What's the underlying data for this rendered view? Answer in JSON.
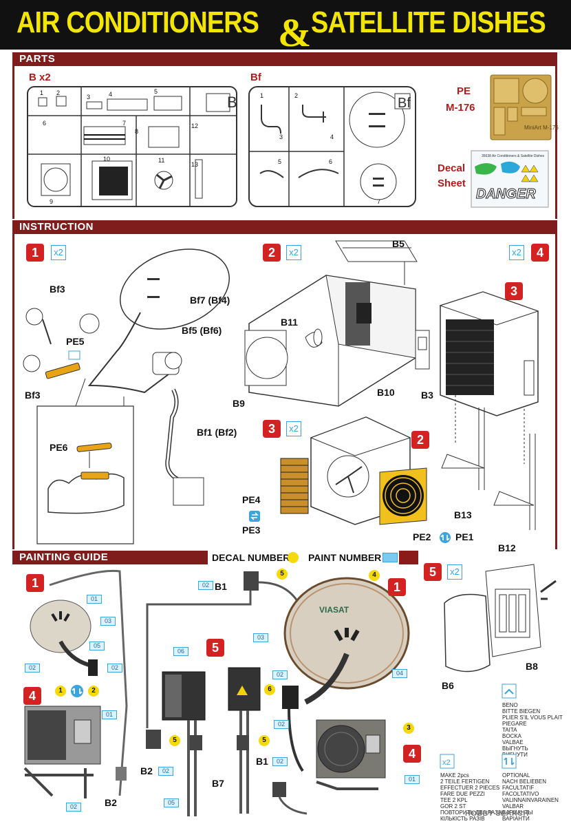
{
  "title": {
    "left": "AIR CONDITIONERS",
    "amp": "&",
    "right": "SATELLITE DISHES"
  },
  "sections": {
    "parts": "PARTS",
    "instruction": "INSTRUCTION",
    "painting": "PAINTING GUIDE"
  },
  "parts": {
    "sprue_b_label": "B x2",
    "sprue_bf_label": "Bf",
    "sprue_b_letter": "B",
    "sprue_bf_letter": "Bf",
    "sprue_b_numbers": [
      "1",
      "2",
      "3",
      "4",
      "5",
      "6",
      "7",
      "8",
      "9",
      "10",
      "11",
      "12",
      "13"
    ],
    "sprue_bf_numbers": [
      "1",
      "2",
      "3",
      "4",
      "5",
      "6",
      "7"
    ],
    "pe_label": "PE",
    "pe_code": "M-176",
    "pe_sheet_text": "MiniArt M-176",
    "decal_label_1": "Decal",
    "decal_label_2": "Sheet",
    "decal_sheet_title": "35638 Air Conditioners & Satellite Dishes",
    "decal_graffiti": "DANGER"
  },
  "instruction": {
    "steps": [
      {
        "number": "1",
        "qty": "x2"
      },
      {
        "number": "2",
        "qty": "x2"
      },
      {
        "number": "3",
        "qty": "x2"
      },
      {
        "number": "4",
        "qty": "x2"
      }
    ],
    "step1_labels": [
      "Bf3",
      "PE5",
      "Bf3",
      "Bf7 (Bf4)",
      "Bf5 (Bf6)",
      "Bf1 (Bf2)",
      "PE6"
    ],
    "step2_labels": [
      "B5",
      "B11",
      "B9",
      "B10",
      "B3"
    ],
    "step3_labels": [
      "PE4",
      "PE3",
      "PE2",
      "PE1"
    ],
    "step4_labels": [
      "B13",
      "B12"
    ],
    "callouts": {
      "step4_sub3": "3",
      "step3_sub2": "2"
    }
  },
  "painting": {
    "legend_decal": "DECAL NUMBER",
    "legend_paint": "PAINT NUMBER",
    "paint_codes": [
      "01",
      "02",
      "03",
      "04",
      "05",
      "06"
    ],
    "dish_brand": "VIASAT",
    "left_labels": {
      "step1": "1",
      "step4": "4",
      "b2": "B2"
    },
    "center_labels": {
      "b1_top": "B1",
      "b2": "B2",
      "b7": "B7",
      "step5": "5",
      "b1": "B1"
    },
    "right_labels": {
      "step1": "1",
      "step4": "4",
      "step5": "5",
      "b6": "B6",
      "b8": "B8"
    },
    "decals": [
      "1",
      "2",
      "3",
      "4",
      "5",
      "6"
    ],
    "bend_text": "BENO\nBITTE BIEGEN\nPLIER S'IL VOUS PLAIT\nPIEGARE\nTAITA\nBOCKA\nVALBAE\nВЫГНУТЬ\nВИГНУТИ",
    "make_text": "MAKE 2pcs\n2 TEILE FERTIGEN\nEFFECTUER 2 PIECES\nFARE DUE PEZZI\nTEE 2 KPL\nGOR 2 ST\nПОВТОРИТЬ ДВА РАЗА\nКІЛЬКІСТЬ РАЗІВ",
    "optional_text": "OPTIONAL\nNACH BELIEBEN\nFACULTATIF\nFACOLTATIVO\nVALINNAINVARAINEN\nVALBAR\nВАРИАНТЫ\nВАРІАНТИ"
  },
  "watermark": "HOBBY SEARCH",
  "colors": {
    "title_bg": "#111111",
    "title_fg": "#f2e500",
    "section_red": "#7f1d1d",
    "step_red": "#d32222",
    "paint_blue": "#3aa4de",
    "decal_yellow": "#f5d90a"
  }
}
